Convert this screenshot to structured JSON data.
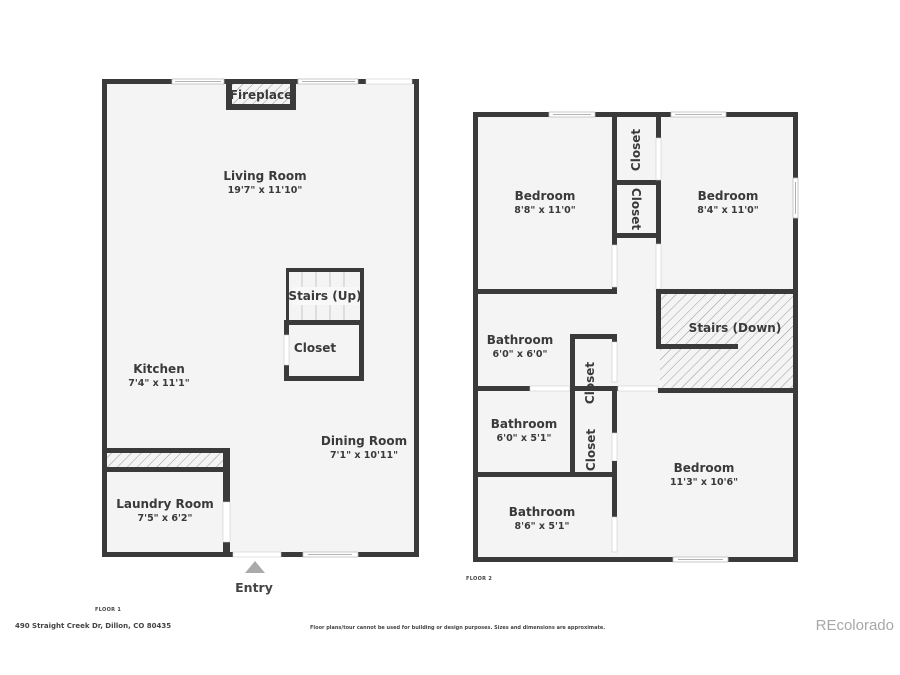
{
  "floor1": {
    "label": "FLOOR 1",
    "rooms": [
      {
        "name": "Living Room",
        "dims": "19'7\" x 11'10\""
      },
      {
        "name": "Kitchen",
        "dims": "7'4\" x 11'1\""
      },
      {
        "name": "Dining Room",
        "dims": "7'1\" x 10'11\""
      },
      {
        "name": "Laundry Room",
        "dims": "7'5\" x 6'2\""
      }
    ],
    "fixtures": {
      "fireplace": "Fireplace",
      "stairs_up": "Stairs (Up)",
      "closet": "Closet"
    },
    "entry": "Entry"
  },
  "floor2": {
    "label": "FLOOR 2",
    "rooms": [
      {
        "name": "Bedroom",
        "dims": "8'8\" x 11'0\""
      },
      {
        "name": "Bedroom",
        "dims": "8'4\" x 11'0\""
      },
      {
        "name": "Bathroom",
        "dims": "6'0\" x 6'0\""
      },
      {
        "name": "Bathroom",
        "dims": "6'0\" x 5'1\""
      },
      {
        "name": "Bathroom",
        "dims": "8'6\" x 5'1\""
      },
      {
        "name": "Bedroom",
        "dims": "11'3\" x 10'6\""
      }
    ],
    "fixtures": {
      "stairs_down": "Stairs (Down)",
      "closet_1": "Closet",
      "closet_2": "Closet",
      "closet_3": "Closet",
      "closet_4": "Closet"
    }
  },
  "footer": {
    "address": "490 Straight Creek Dr, Dillon, CO 80435",
    "disclaimer": "Floor plans/tour cannot be used for building or design purposes. Sizes and dimensions are approximate.",
    "brand": "REcolorado"
  },
  "colors": {
    "wall": "#3a3a3a",
    "floor": "#f4f4f4",
    "brand_text": "#a8a8a8"
  }
}
